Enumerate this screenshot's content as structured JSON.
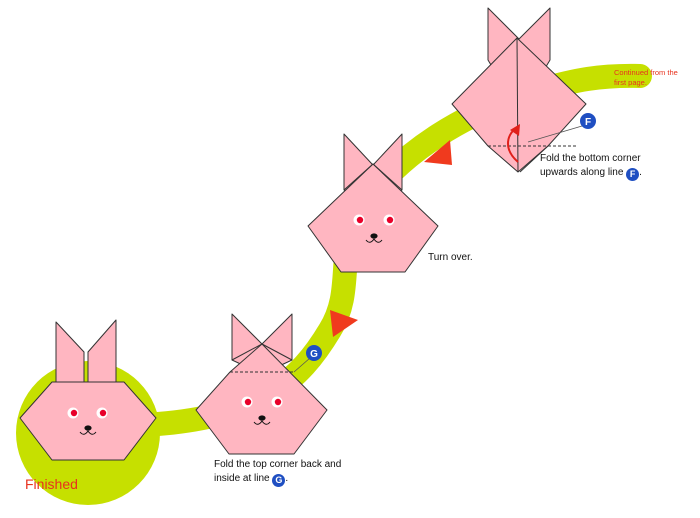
{
  "continued_note": "Continued from the first page.",
  "steps": [
    {
      "text_before": "Fold the bottom corner upwards along line ",
      "marker": "F",
      "text_after": "."
    },
    {
      "text": "Turn over."
    },
    {
      "text_before": "Fold the top corner back and inside at line ",
      "marker": "G",
      "text_after": "."
    }
  ],
  "line_markers": {
    "f": "F",
    "g": "G"
  },
  "finished_label": "Finished",
  "colors": {
    "path": "#c6e000",
    "paper_pink": "#ffb6c1",
    "arrow_red": "#f03a1e",
    "marker_blue": "#1f4fc2",
    "note_red": "#e8321e"
  }
}
